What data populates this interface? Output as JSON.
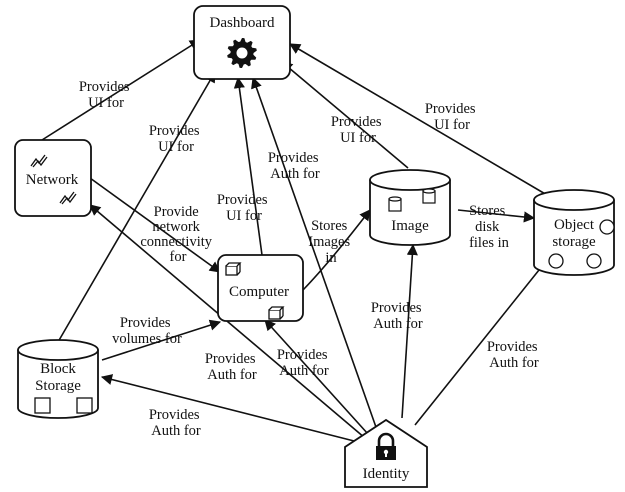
{
  "nodes": {
    "dashboard": "Dashboard",
    "network": "Network",
    "computer": "Computer",
    "image": "Image",
    "object_storage": [
      "Object",
      "storage"
    ],
    "block_storage": [
      "Block",
      "Storage"
    ],
    "identity": "Identity"
  },
  "edges": [
    {
      "from": "network",
      "to": "dashboard",
      "label": [
        "Provides",
        "UI for"
      ]
    },
    {
      "from": "block_storage",
      "to": "dashboard",
      "label": [
        "Provides",
        "UI for"
      ]
    },
    {
      "from": "computer",
      "to": "dashboard",
      "label": [
        "Provides",
        "UI for"
      ]
    },
    {
      "from": "identity",
      "to": "dashboard",
      "label": [
        "Provides",
        "Auth for"
      ]
    },
    {
      "from": "image",
      "to": "dashboard",
      "label": [
        "Provides",
        "UI for"
      ]
    },
    {
      "from": "object_storage",
      "to": "dashboard",
      "label": [
        "Provides",
        "UI for"
      ]
    },
    {
      "from": "network",
      "to": "computer",
      "label": [
        "Provide",
        "network",
        "connectivity",
        "for"
      ]
    },
    {
      "from": "block_storage",
      "to": "computer",
      "label": [
        "Provides",
        "volumes for"
      ]
    },
    {
      "from": "computer",
      "to": "image",
      "label": [
        "Stores",
        "Images",
        "in"
      ]
    },
    {
      "from": "image",
      "to": "object_storage",
      "label": [
        "Stores",
        "disk",
        "files in"
      ]
    },
    {
      "from": "identity",
      "to": "network",
      "label": [
        "Provides",
        "Auth for"
      ]
    },
    {
      "from": "identity",
      "to": "computer",
      "label": [
        "Provides",
        "Auth for"
      ]
    },
    {
      "from": "identity",
      "to": "image",
      "label": [
        "Provides",
        "Auth for"
      ]
    },
    {
      "from": "identity",
      "to": "object_storage",
      "label": [
        "Provides",
        "Auth for"
      ]
    },
    {
      "from": "identity",
      "to": "block_storage",
      "label": [
        "Provides",
        "Auth for"
      ]
    }
  ],
  "icons": {
    "dashboard": "gear-icon",
    "network": "lightning-icon",
    "computer": "box-icon",
    "image": "disk-icon",
    "object_storage": "circle-icon",
    "block_storage": "square-icon",
    "identity": "padlock-icon"
  },
  "colors": {
    "ink": "#111111",
    "background": "#ffffff"
  }
}
